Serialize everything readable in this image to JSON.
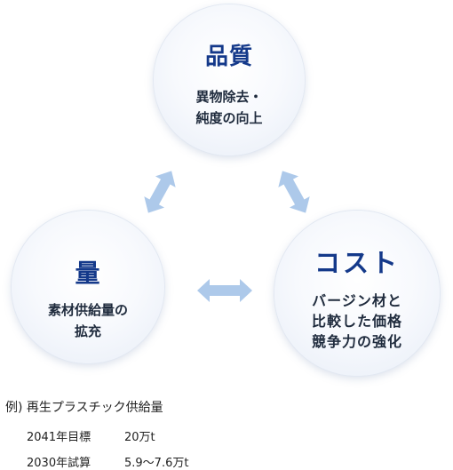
{
  "circles": {
    "quality": {
      "title": "品質",
      "desc_lines": [
        "異物除去・",
        "純度の向上"
      ]
    },
    "volume": {
      "title": "量",
      "desc_lines": [
        "素材供給量の",
        "拡充"
      ]
    },
    "cost": {
      "title": "コスト",
      "desc_lines": [
        "バージン材と",
        "比較した価格",
        "競争力の強化"
      ]
    }
  },
  "example": {
    "heading": "例) 再生プラスチック供給量",
    "rows": [
      {
        "label": "2041年目標",
        "value": "20万t"
      },
      {
        "label": "2030年試算",
        "value": "5.9〜7.6万t"
      }
    ]
  },
  "colors": {
    "title": "#14398a",
    "arrow": "#adc9ea"
  }
}
